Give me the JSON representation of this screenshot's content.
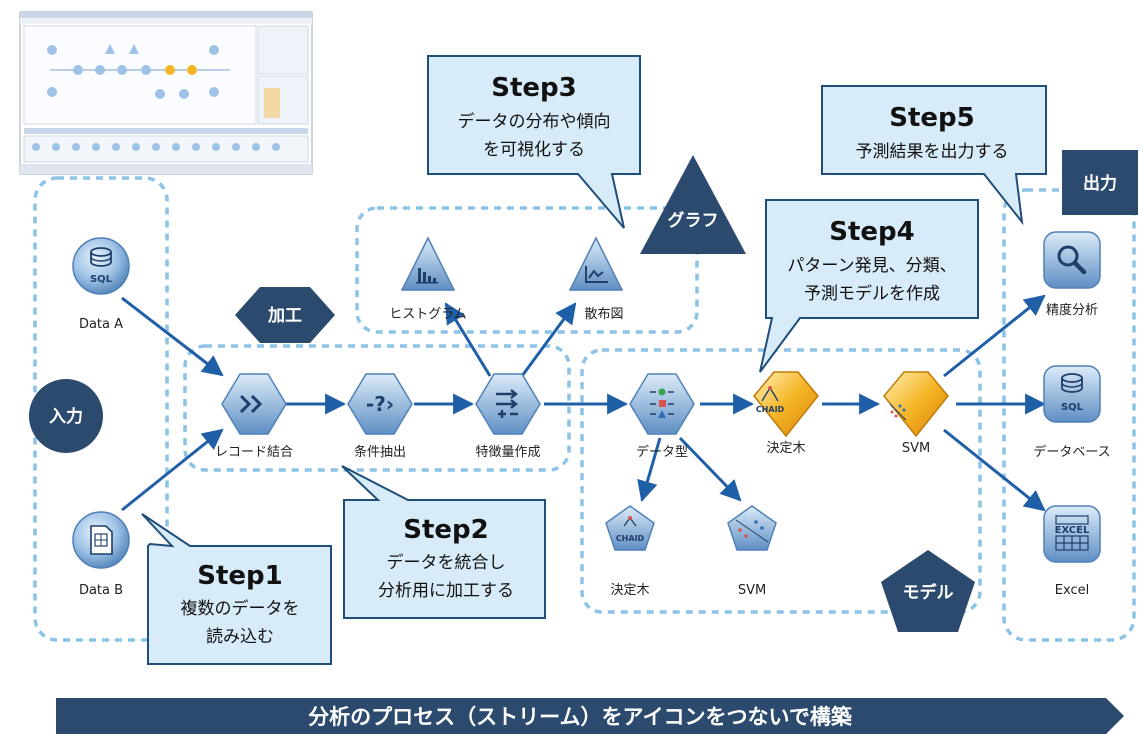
{
  "stages": {
    "input": "入力",
    "process": "加工",
    "graph": "グラフ",
    "model": "モデル",
    "output": "出力"
  },
  "nodes": {
    "data_a": "Data A",
    "data_b": "Data B",
    "merge": "レコード結合",
    "select": "条件抽出",
    "derive": "特徴量作成",
    "histogram": "ヒストグラム",
    "scatter": "散布図",
    "type": "データ型",
    "tree_top": "決定木",
    "svm_top": "SVM",
    "tree_bottom": "決定木",
    "svm_bottom": "SVM",
    "accuracy": "精度分析",
    "database": "データベース",
    "excel": "Excel"
  },
  "icons": {
    "sql": "SQL",
    "chaid": "CHAID",
    "excel": "EXCEL"
  },
  "steps": {
    "step1": {
      "title": "Step1",
      "line1": "複数のデータを",
      "line2": "読み込む"
    },
    "step2": {
      "title": "Step2",
      "line1": "データを統合し",
      "line2": "分析用に加工する"
    },
    "step3": {
      "title": "Step3",
      "line1": "データの分布や傾向",
      "line2": "を可視化する"
    },
    "step4": {
      "title": "Step4",
      "line1": "パターン発見、分類、",
      "line2": "予測モデルを作成"
    },
    "step5": {
      "title": "Step5",
      "line1": "予測結果を出力する"
    }
  },
  "banner": "分析のプロセス（ストリーム）をアイコンをつないで構築",
  "colors": {
    "navy": "#2b4a6e",
    "dash": "#8cc3e6",
    "callout_fill": "#d7ebf8",
    "callout_stroke": "#1f4e7a",
    "arrow": "#1f5fa8",
    "icon_blue": "#6f9fd0",
    "icon_gold": "#f2a81d"
  }
}
